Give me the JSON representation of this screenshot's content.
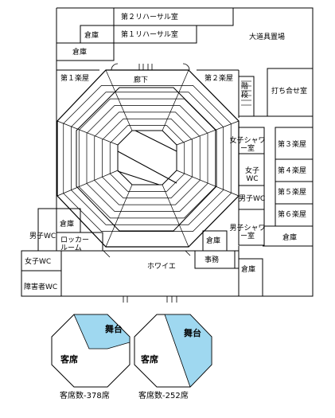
{
  "plan": {
    "rooms": {
      "rehearsal2": "第２リハーサル室",
      "rehearsal1": "第１リハーサル室",
      "storage_top_small": "倉庫",
      "storage_top_left": "倉庫",
      "prop_storage": "大道具置場",
      "dressing1": "第１楽屋",
      "corridor": "廊下",
      "dressing2": "第２楽屋",
      "stairs": "階段",
      "meeting": "打ち合せ室",
      "women_shower": "女子シャワー室",
      "women_wc_right": "女子WC",
      "men_wc_right": "男子WC",
      "men_shower": "男子シャワー室",
      "dressing3": "第３楽屋",
      "dressing4": "第４楽屋",
      "dressing5": "第５楽屋",
      "dressing6": "第６楽屋",
      "storage_right": "倉庫",
      "storage_left_mid": "倉庫",
      "men_wc_left": "男子WC",
      "locker": "ロッカールーム",
      "women_wc_left": "女子WC",
      "accessible_wc": "障害者WC",
      "foyer": "ホワイエ",
      "storage_center": "倉庫",
      "office": "事務",
      "storage_bottom_right": "倉庫"
    }
  },
  "layouts": [
    {
      "stage": "舞台",
      "seats": "客席",
      "caption": "客席数-378席"
    },
    {
      "stage": "舞台",
      "seats": "客席",
      "caption": "客席数-252席"
    }
  ],
  "colors": {
    "line": "#000000",
    "stage_fill": "#9fd8f0",
    "background": "#ffffff"
  }
}
